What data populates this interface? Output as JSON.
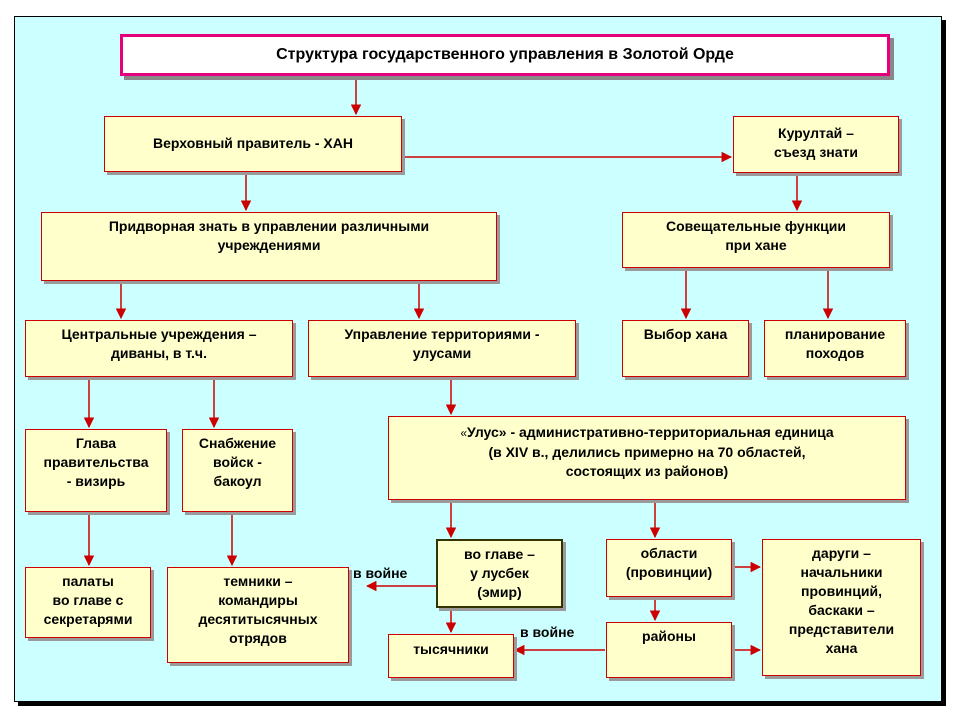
{
  "title": "Структура государственного управления в Золотой Орде",
  "nodes": {
    "khan": "Верховный правитель - ХАН",
    "kurultai": "Курултай –\nсъезд знати",
    "nobility": "Придворная знать в управлении различными\nучреждениями",
    "advisory": "Совещательные функции\nпри хане",
    "central": "Центральные учреждения –\nдиваны, в т.ч.",
    "territory": "Управление территориями -\nулусами",
    "elect_khan": "Выбор хана",
    "campaigns": "планирование\nпоходов",
    "ulus_prefix": "«",
    "ulus_main": "Улус» - административно-территориальная единица\n(в XIV в., делились примерно на 70 областей,\nсостоящих из районов)",
    "vizier": "Глава\nправительства\n- визирь",
    "supply": "Снабжение\nвойск -\nбакоул",
    "ulusbek": "во главе –\nу лусбек\n(эмир)",
    "regions": "области\n(провинции)",
    "daruga": "даруги –\nначальники\nпровинций,\nбаскаки –\nпредставители\nхана",
    "chambers": "палаты\nво главе с\nсекретарями",
    "temniki": "темники –\nкомандиры\nдесятитысячных\nотрядов",
    "thousand": "тысячники",
    "districts": "районы"
  },
  "labels": {
    "war_left": "в войне",
    "war_bottom": "в войне"
  },
  "colors": {
    "panel": "#ccffff",
    "box_fill": "#ffffcc",
    "box_border": "#cc0000",
    "title_border": "#e4007c",
    "arrow": "#cc0000"
  }
}
